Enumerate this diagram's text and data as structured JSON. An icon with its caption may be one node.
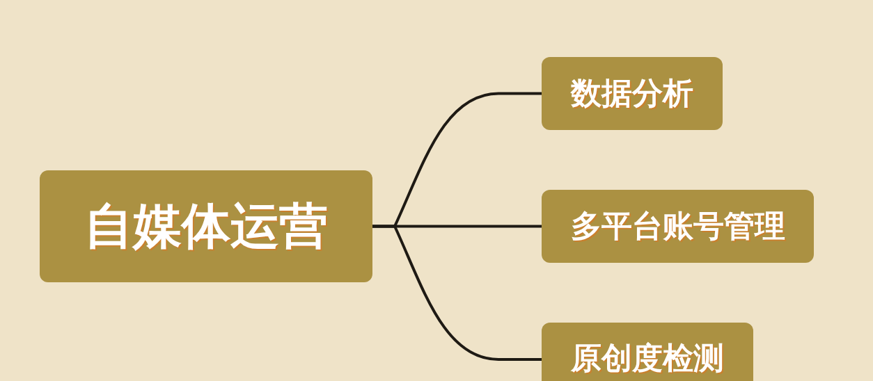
{
  "diagram": {
    "nodes": [
      {
        "text": [
          "自媒体运营"
        ]
      },
      {
        "text": [
          "数据分析"
        ]
      },
      {
        "text": [
          "多平台账号管理"
        ]
      },
      {
        "text": [
          "原创度检测"
        ]
      }
    ],
    "edges": [
      {
        "from": 0,
        "to": 1,
        "arrow": "none"
      },
      {
        "from": 0,
        "to": 2,
        "arrow": "none"
      },
      {
        "from": 0,
        "to": 3,
        "arrow": "none"
      }
    ]
  }
}
